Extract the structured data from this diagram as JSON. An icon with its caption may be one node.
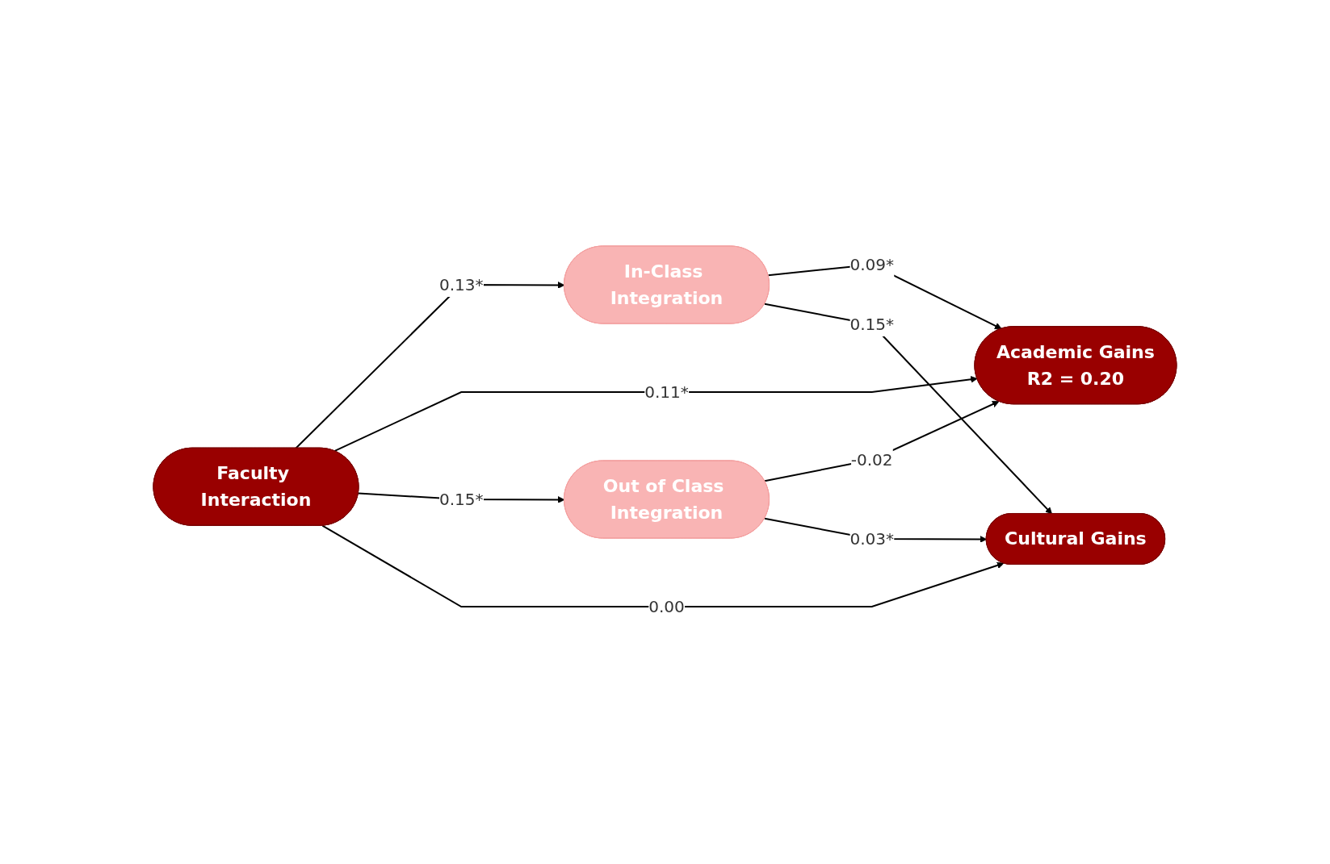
{
  "diagram": {
    "nodes": [
      {
        "text": [
          "Faculty Interaction"
        ]
      },
      {
        "text": [
          "In-Class Integration"
        ]
      },
      {
        "text": [
          "Academic Gains",
          "R2 = 0.20"
        ]
      },
      {
        "text": [
          "Out of Class Integration"
        ]
      },
      {
        "text": [
          "Cultural Gains"
        ]
      }
    ],
    "edges": [
      {
        "from": 0,
        "to": 1,
        "arrow": "to",
        "label": "0.13*"
      },
      {
        "from": 0,
        "to": 2,
        "arrow": "to",
        "label": "0.11*"
      },
      {
        "from": 0,
        "to": 3,
        "arrow": "to",
        "label": "0.15*"
      },
      {
        "from": 0,
        "to": 4,
        "arrow": "to",
        "label": "0.00"
      },
      {
        "from": 1,
        "to": 2,
        "arrow": "to",
        "label": "0.09*"
      },
      {
        "from": 1,
        "to": 4,
        "arrow": "to",
        "label": "0.15*"
      },
      {
        "from": 3,
        "to": 2,
        "arrow": "to",
        "label": "-0.02"
      },
      {
        "from": 3,
        "to": 4,
        "arrow": "to",
        "label": "0.03*"
      }
    ]
  }
}
